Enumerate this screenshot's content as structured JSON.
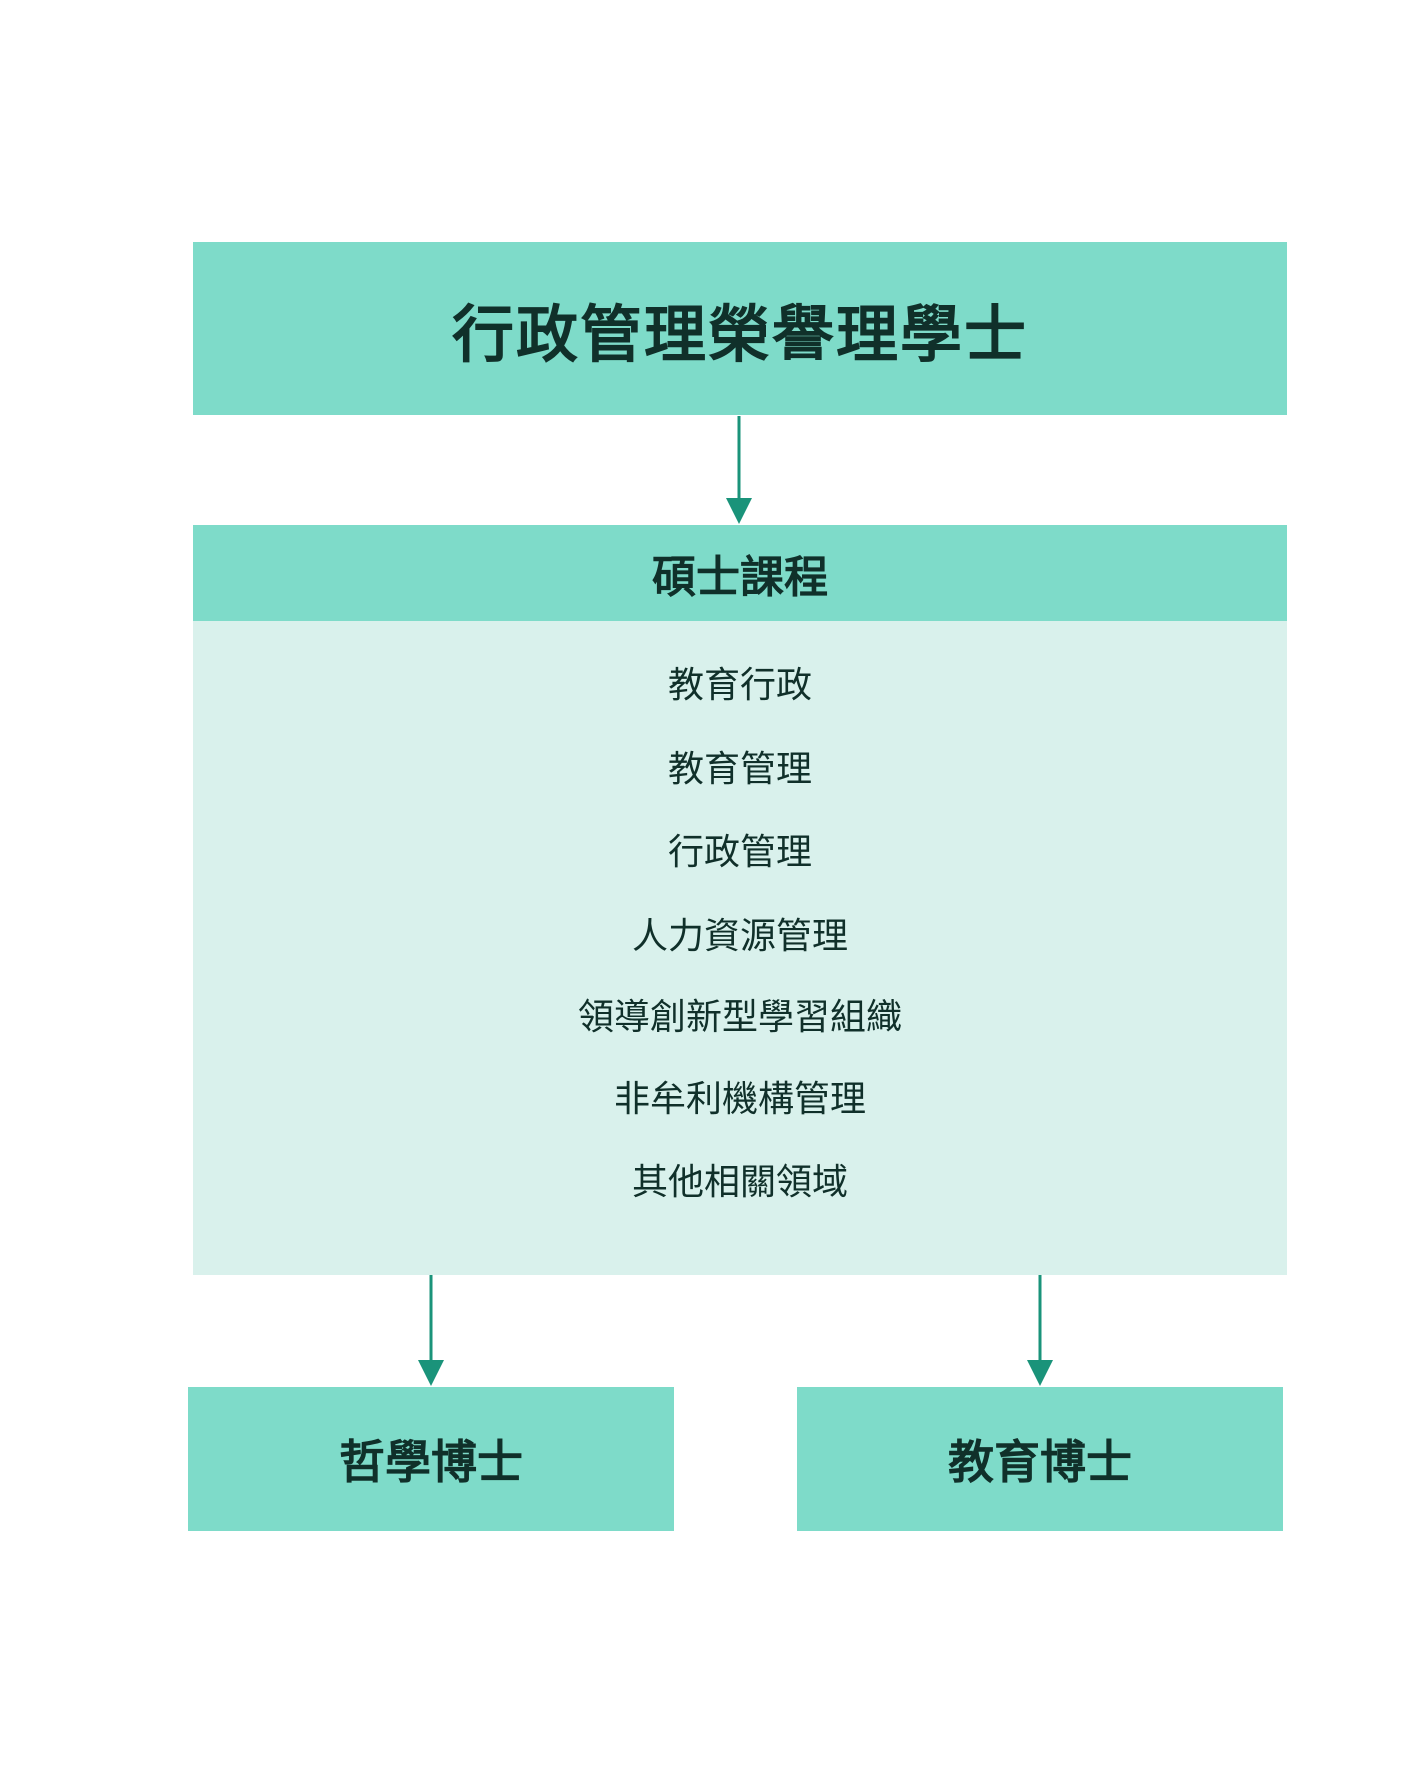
{
  "bachelor": {
    "label": "行政管理榮譽理學士"
  },
  "master": {
    "header": "碩士課程",
    "items": [
      "教育行政",
      "教育管理",
      "行政管理",
      "人力資源管理",
      "領導創新型學習組織",
      "非牟利機構管理",
      "其他相關領域"
    ]
  },
  "doctorates": [
    {
      "label": "哲學博士"
    },
    {
      "label": "教育博士"
    }
  ],
  "colors": {
    "box": "#7edbc9",
    "body": "#d9f1ec",
    "arrow": "#1a937a",
    "text": "#10302a"
  }
}
